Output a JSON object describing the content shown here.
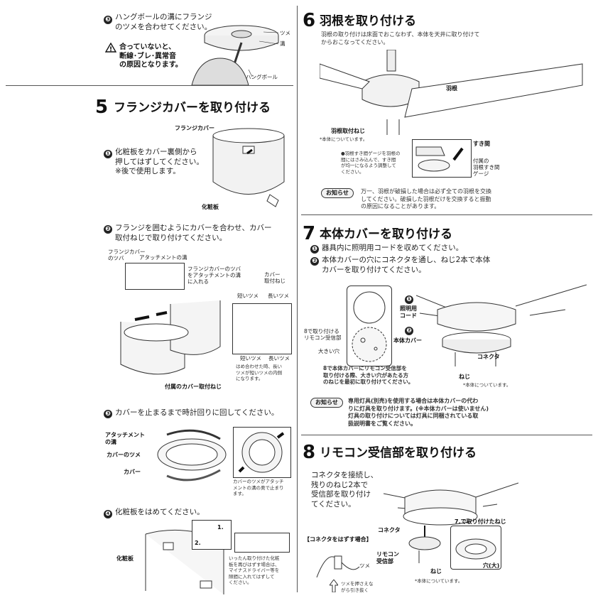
{
  "left": {
    "step4_3": {
      "num": "❸",
      "text": "ハングボールの溝にフランジ\nのツメを合わせてください。",
      "labels": {
        "tsume": "ツメ",
        "mizo": "溝",
        "hangball": "ハングボール"
      },
      "warning": "合っていないと、\n断線･ブレ･異常音\nの原因となります。"
    },
    "section5": {
      "num": "5",
      "title": "フランジカバーを取り付ける",
      "s1": {
        "num": "❶",
        "text": "化粧板をカバー裏側から\n押してはずしてください。\n※後で使用します。",
        "labels": {
          "flange_cover": "フランジカバー",
          "keshoban": "化粧板"
        }
      },
      "s2": {
        "num": "❷",
        "text": "フランジを囲むようにカバーを合わせ、カバー\n取付ねじで取り付けてください。",
        "labels": {
          "tsuba": "フランジカバー\nのツバ",
          "attach_mizo": "アタッチメントの溝",
          "tsuba_note": "フランジカバーのツバ\nをアタッチメントの溝\nに入れる",
          "cover_neji": "カバー\n取付ねじ",
          "short1": "短いツメ",
          "long1": "長いツメ",
          "short2": "短いツメ",
          "long2": "長いツメ",
          "tsume_note": "はめ合わせた時、長い\nツメが短いツメの内側\nになります。",
          "fuzoku_neji": "付属のカバー取付ねじ"
        }
      },
      "s3": {
        "num": "❸",
        "text": "カバーを止まるまで時計回りに回してください。",
        "labels": {
          "attach_mizo": "アタッチメント\nの溝",
          "cover_tsume": "カバーのツメ",
          "cover": "カバー",
          "inset_note": "カバーのツメがアタッチ\nメントの溝の奥で止まり\nます。"
        }
      },
      "s4": {
        "num": "❹",
        "text": "化粧板をはめてください。",
        "labels": {
          "keshoban": "化粧板",
          "n1": "1.",
          "n2": "2.",
          "inset_note": "いったん取り付けた化粧\n板を再びはずす場合は、\nマイナスドライバー等を\n隙間に入れてはずして\nください。"
        }
      }
    }
  },
  "right": {
    "section6": {
      "num": "6",
      "title": "羽根を取り付ける",
      "intro": "羽根の取り付けは床面でおこなわず、本体を天井に取り付けて\nからおこなってください。",
      "labels": {
        "hane": "羽根",
        "neji": "羽根取付ねじ",
        "neji_note": "*本体についています。",
        "sukima": "すき間",
        "gauge": "付属の\n羽根すき間\nゲージ",
        "gauge_note": "●羽根すき間ゲージを羽根の\n間にはさみ込んで、すき間\nが均一になるよう調整して\nください。"
      },
      "oshirase": "お知らせ",
      "oshirase_text": "万一、羽根が破損した場合は必ず全ての羽根を交換\nしてください。破損した羽根だけを交換すると振動\nの原因になることがあります。"
    },
    "section7": {
      "num": "7",
      "title": "本体カバーを取り付ける",
      "s1": {
        "num": "❶",
        "text": "器具内に照明用コードを収めてください。"
      },
      "s2": {
        "num": "❷",
        "text": "本体カバーの穴にコネクタを通し、ねじ2本で本体\nカバーを取り付けてください。"
      },
      "labels": {
        "rimocon": "8で取り付ける\nリモコン受信部",
        "ana": "大きい穴",
        "b1": "❶",
        "cord": "照明用\nコード",
        "b2": "❷",
        "cover": "本体カバー",
        "connector": "コネクタ",
        "neji": "ねじ",
        "neji_note": "*本体についています。",
        "diagram_note": "8で本体カバーにリモコン受信部を\n取り付ける際、大きい穴があたる方\nのねじを最初に取り付けてください。"
      },
      "oshirase": "お知らせ",
      "oshirase_text": "専用灯具(別売)を使用する場合は本体カバーの代わ\nりに灯具を取り付けます。(※本体カバーは使いません)\n灯具の取り付けについては灯具に同梱されている取\n扱説明書をご覧ください。"
    },
    "section8": {
      "num": "8",
      "title": "リモコン受信部を取り付ける",
      "text": "コネクタを接続し、\n残りのねじ2本で\n受信部を取り付け\nてください。",
      "labels": {
        "connector_remove": "【コネクタをはずす場合】",
        "tsume": "ツメ",
        "tsume_note": "ツメを押さえな\nがら引き抜く",
        "connector": "コネクタ",
        "rimocon": "リモコン\n受信部",
        "neji": "ねじ",
        "neji_note": "*本体についています。",
        "neji7": "7.で取り付けたねじ",
        "ana": "穴(大)"
      }
    }
  }
}
